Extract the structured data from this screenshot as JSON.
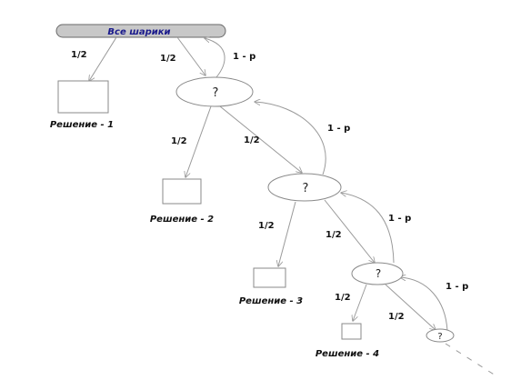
{
  "root": {
    "label": "Все  шарики"
  },
  "decisions": [
    {
      "symbol": "?"
    },
    {
      "symbol": "?"
    },
    {
      "symbol": "?"
    },
    {
      "symbol": "?"
    }
  ],
  "outcomes": [
    {
      "caption": "Решение - 1"
    },
    {
      "caption": "Решение - 2"
    },
    {
      "caption": "Решение - 3"
    },
    {
      "caption": "Решение - 4"
    }
  ],
  "edge_labels": {
    "half": "1/2",
    "back": "1 - p"
  },
  "colors": {
    "root_fill": "#c8c8c8",
    "root_text": "#1a1a8c",
    "edge": "#9a9a9a"
  }
}
